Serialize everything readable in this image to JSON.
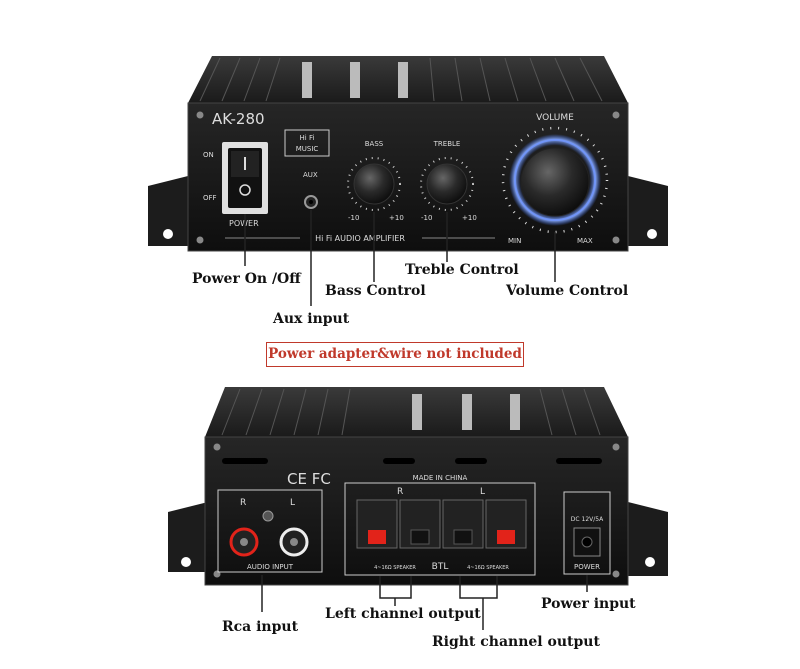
{
  "front_panel": {
    "model": "AK-280",
    "switch_on": "ON",
    "switch_off": "OFF",
    "switch_label": "POWER",
    "badge_line1": "Hi Fi",
    "badge_line2": "MUSIC",
    "aux_label": "AUX",
    "bass_label": "BASS",
    "treble_label": "TREBLE",
    "knob_min": "-10",
    "knob_max": "+10",
    "volume_label": "VOLUME",
    "volume_min": "MIN",
    "volume_max": "MAX",
    "footer": "Hi Fi AUDIO AMPLIFIER"
  },
  "back_panel": {
    "made_in": "MADE IN CHINA",
    "cert": "CE FC",
    "rca_r": "R",
    "rca_l": "L",
    "audio_input": "AUDIO INPUT",
    "terminal_r": "R",
    "terminal_l": "L",
    "btl": "BTL",
    "speaker_left": "4~16Ω SPEAKER",
    "speaker_right": "4~16Ω SPEAKER",
    "dc_label": "DC 12V/5A",
    "power_label": "POWER"
  },
  "annotations": {
    "power": "Power On /Off",
    "bass": "Bass Control",
    "treble": "Treble Control",
    "volume": "Volume Control",
    "aux": "Aux input",
    "notice": "Power adapter&wire not included",
    "rca": "Rca input",
    "left_channel": "Left channel output",
    "right_channel": "Right channel output",
    "power_input": "Power input"
  },
  "colors": {
    "notice": "#c0392b",
    "volume_glow": "#4a7bff",
    "terminal_red": "#e2231a"
  }
}
